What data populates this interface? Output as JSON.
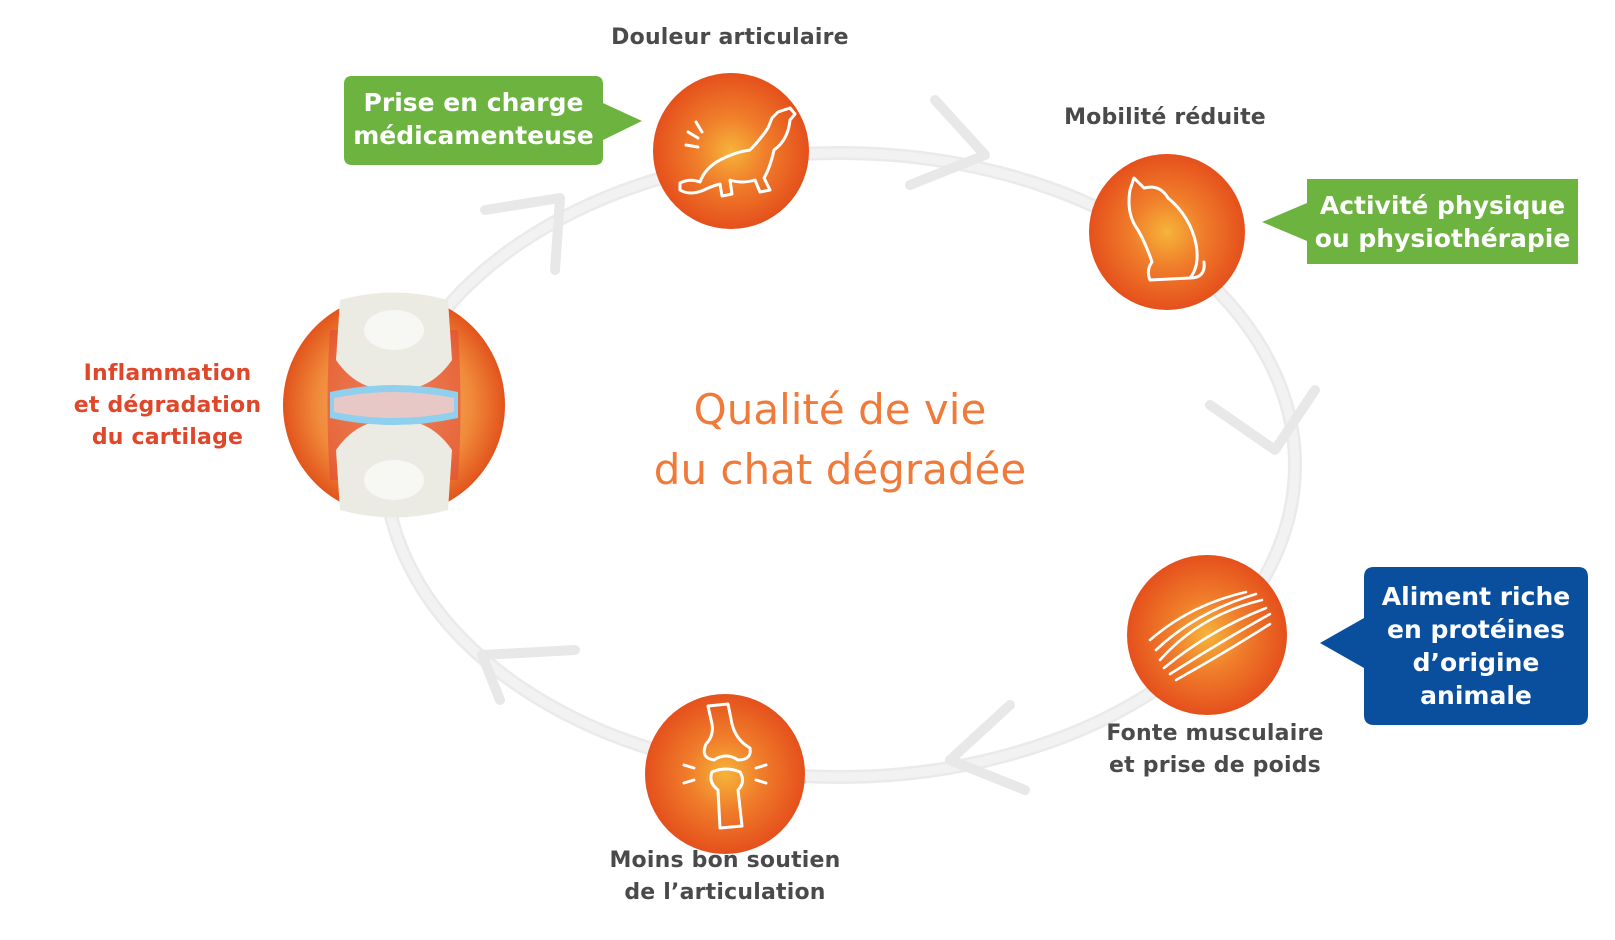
{
  "diagram": {
    "center_title": "Qualité de vie\ndu chat dégradée",
    "stages": [
      {
        "id": "douleur",
        "label": "Douleur articulaire",
        "icon": "cat-pain-icon"
      },
      {
        "id": "mobilite",
        "label": "Mobilité réduite",
        "icon": "cat-sitting-icon"
      },
      {
        "id": "fonte",
        "label": "Fonte musculaire\net prise de poids",
        "icon": "muscle-icon"
      },
      {
        "id": "soutien",
        "label": "Moins bon soutien\nde l’articulation",
        "icon": "knee-bones-icon"
      },
      {
        "id": "inflammation",
        "label": "Inflammation\net dégradation\ndu cartilage",
        "icon": "joint-cartilage-icon"
      }
    ],
    "callouts": [
      {
        "id": "medicament",
        "text": "Prise en charge\nmédicamenteuse",
        "color": "#6cb33f"
      },
      {
        "id": "activite",
        "text": "Activité physique\nou physiothérapie",
        "color": "#6cb33f"
      },
      {
        "id": "aliment",
        "text": "Aliment riche\nen protéines\nd’origine\nanimale",
        "color": "#0a4f9e"
      }
    ],
    "colors": {
      "circle": "#e8581c",
      "circle_glow": "#f4a72a",
      "label_red": "#e0462a",
      "title": "#f07a3a",
      "ring": "#e4e4e4"
    }
  }
}
